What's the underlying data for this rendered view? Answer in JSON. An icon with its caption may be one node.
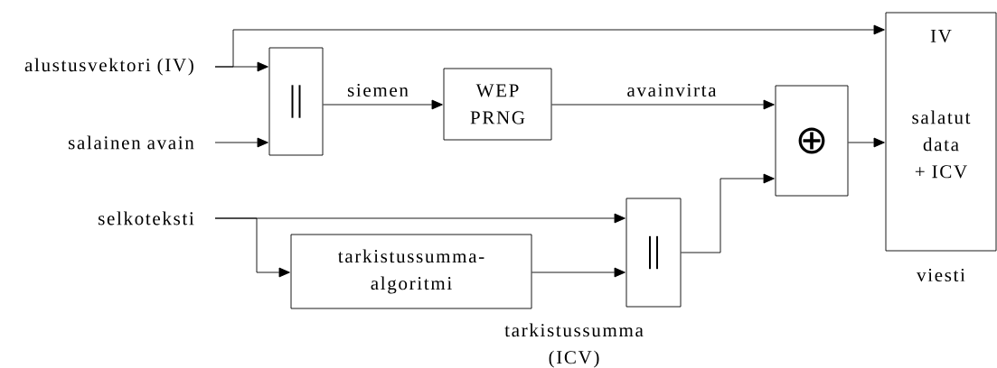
{
  "diagram": {
    "nodes": [
      {
        "text": [
          "alustusvektori (IV)"
        ]
      },
      {
        "text": [
          "salainen avain"
        ]
      },
      {
        "text": [
          "||"
        ]
      },
      {
        "text": [
          "WEP PRNG"
        ]
      },
      {
        "text": [
          "⊕"
        ]
      },
      {
        "text": [
          "selkoteksti"
        ]
      },
      {
        "text": [
          "tarkistussumma- algoritmi"
        ]
      },
      {
        "text": [
          "||"
        ]
      },
      {
        "text": [
          "IV",
          "salatut data + ICV"
        ],
        "beside": [
          "viesti"
        ]
      }
    ],
    "edges": [
      {
        "from": 0,
        "to": 8,
        "arrow": "to"
      },
      {
        "from": 0,
        "to": 2,
        "arrow": "to"
      },
      {
        "from": 1,
        "to": 2,
        "arrow": "to"
      },
      {
        "from": 2,
        "to": 3,
        "arrow": "to",
        "label": "siemen"
      },
      {
        "from": 3,
        "to": 4,
        "arrow": "to",
        "label": "avainvirta"
      },
      {
        "from": 5,
        "to": 7,
        "arrow": "to"
      },
      {
        "from": 5,
        "to": 6,
        "arrow": "to"
      },
      {
        "from": 6,
        "to": 7,
        "arrow": "to",
        "label": "tarkistussumma (ICV)"
      },
      {
        "from": 7,
        "to": 4,
        "arrow": "to"
      },
      {
        "from": 4,
        "to": 8,
        "arrow": "to"
      }
    ]
  }
}
